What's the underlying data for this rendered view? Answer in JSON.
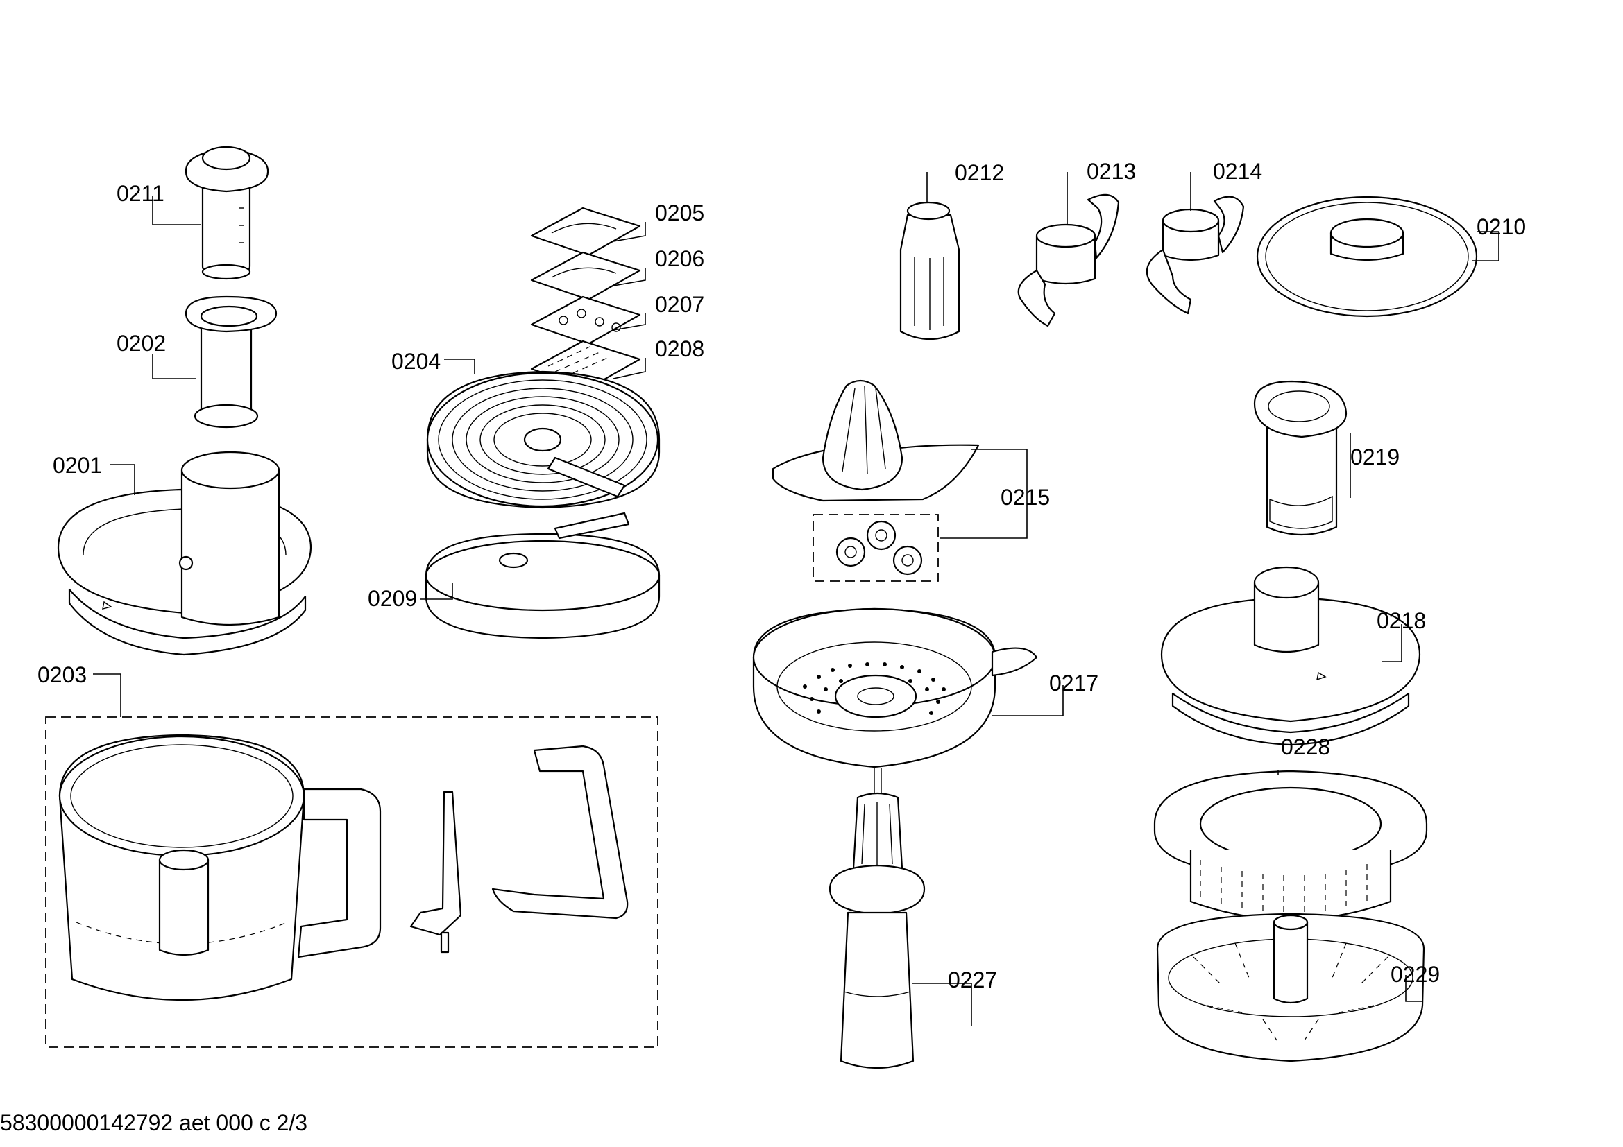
{
  "diagram": {
    "parts": [
      {
        "id": "p0211",
        "label": "0211"
      },
      {
        "id": "p0202",
        "label": "0202"
      },
      {
        "id": "p0201",
        "label": "0201"
      },
      {
        "id": "p0203",
        "label": "0203"
      },
      {
        "id": "p0205",
        "label": "0205"
      },
      {
        "id": "p0206",
        "label": "0206"
      },
      {
        "id": "p0207",
        "label": "0207"
      },
      {
        "id": "p0208",
        "label": "0208"
      },
      {
        "id": "p0204",
        "label": "0204"
      },
      {
        "id": "p0209",
        "label": "0209"
      },
      {
        "id": "p0212",
        "label": "0212"
      },
      {
        "id": "p0213",
        "label": "0213"
      },
      {
        "id": "p0214",
        "label": "0214"
      },
      {
        "id": "p0210",
        "label": "0210"
      },
      {
        "id": "p0215",
        "label": "0215"
      },
      {
        "id": "p0219",
        "label": "0219"
      },
      {
        "id": "p0218",
        "label": "0218"
      },
      {
        "id": "p0217",
        "label": "0217"
      },
      {
        "id": "p0228",
        "label": "0228"
      },
      {
        "id": "p0227",
        "label": "0227"
      },
      {
        "id": "p0229",
        "label": "0229"
      }
    ],
    "footer": "58300000142792 aet 000 c 2/3"
  }
}
